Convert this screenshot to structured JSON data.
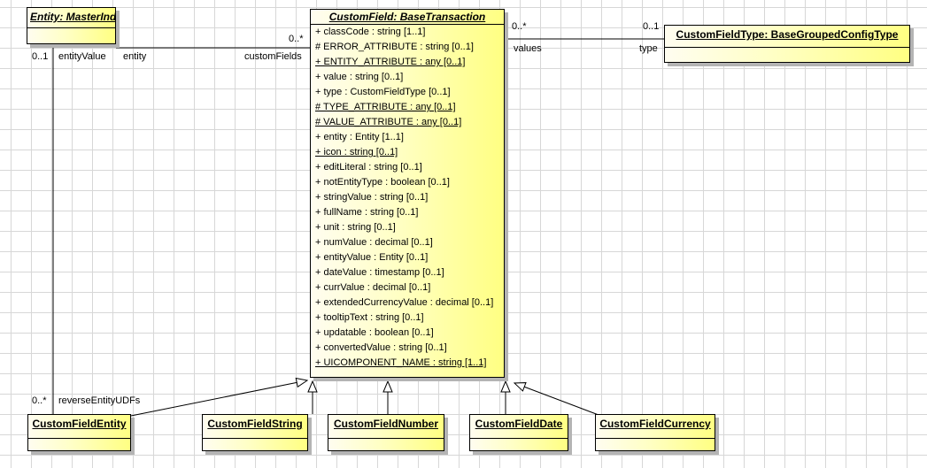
{
  "colors": {
    "node_fill_light": "#fffdf0",
    "node_fill_dark": "#ffff82",
    "node_border": "#000000",
    "node_shadow": "#b4b4b4",
    "grid_line": "#d7d7d7",
    "line": "#000000"
  },
  "classes": {
    "entity": {
      "name": "Entity: MasterIndex"
    },
    "custom_field": {
      "name": "CustomField: BaseTransaction",
      "attributes": [
        {
          "text": "+ classCode : string [1..1]"
        },
        {
          "text": "# ERROR_ATTRIBUTE : string [0..1]"
        },
        {
          "text": "+ ENTITY_ATTRIBUTE : any [0..1]",
          "static": true
        },
        {
          "text": "+ value : string [0..1]"
        },
        {
          "text": "+ type : CustomFieldType [0..1]"
        },
        {
          "text": "# TYPE_ATTRIBUTE : any [0..1]",
          "static": true
        },
        {
          "text": "# VALUE_ATTRIBUTE : any [0..1]",
          "static": true
        },
        {
          "text": "+ entity : Entity [1..1]"
        },
        {
          "text": "+ icon : string [0..1]",
          "static": true
        },
        {
          "text": "+ editLiteral : string [0..1]"
        },
        {
          "text": "+ notEntityType : boolean [0..1]"
        },
        {
          "text": "+ stringValue : string [0..1]"
        },
        {
          "text": "+ fullName : string [0..1]"
        },
        {
          "text": "+ unit : string [0..1]"
        },
        {
          "text": "+ numValue : decimal [0..1]"
        },
        {
          "text": "+ entityValue : Entity [0..1]"
        },
        {
          "text": "+ dateValue : timestamp [0..1]"
        },
        {
          "text": "+ currValue : decimal [0..1]"
        },
        {
          "text": "+ extendedCurrencyValue : decimal [0..1]"
        },
        {
          "text": "+ tooltipText : string [0..1]"
        },
        {
          "text": "+ updatable : boolean [0..1]"
        },
        {
          "text": "+ convertedValue : string [0..1]"
        },
        {
          "text": "+ UICOMPONENT_NAME : string [1..1]",
          "static": true
        }
      ]
    },
    "custom_field_type": {
      "name": "CustomFieldType: BaseGroupedConfigType"
    },
    "custom_field_entity": {
      "name": "CustomFieldEntity"
    },
    "custom_field_string": {
      "name": "CustomFieldString"
    },
    "custom_field_number": {
      "name": "CustomFieldNumber"
    },
    "custom_field_date": {
      "name": "CustomFieldDate"
    },
    "custom_field_currency": {
      "name": "CustomFieldCurrency"
    }
  },
  "associations": {
    "entity_to_custom_field": {
      "role_source": "entity",
      "role_target": "customFields",
      "mult_target": "0..*"
    },
    "entity_to_custom_field_entity": {
      "mult_source": "0..1",
      "role_source": "entityValue",
      "mult_target": "0..*",
      "role_target": "reverseEntityUDFs"
    },
    "custom_field_to_custom_field_type": {
      "mult_source": "0..*",
      "role_source": "values",
      "mult_target": "0..1",
      "role_target": "type"
    }
  }
}
